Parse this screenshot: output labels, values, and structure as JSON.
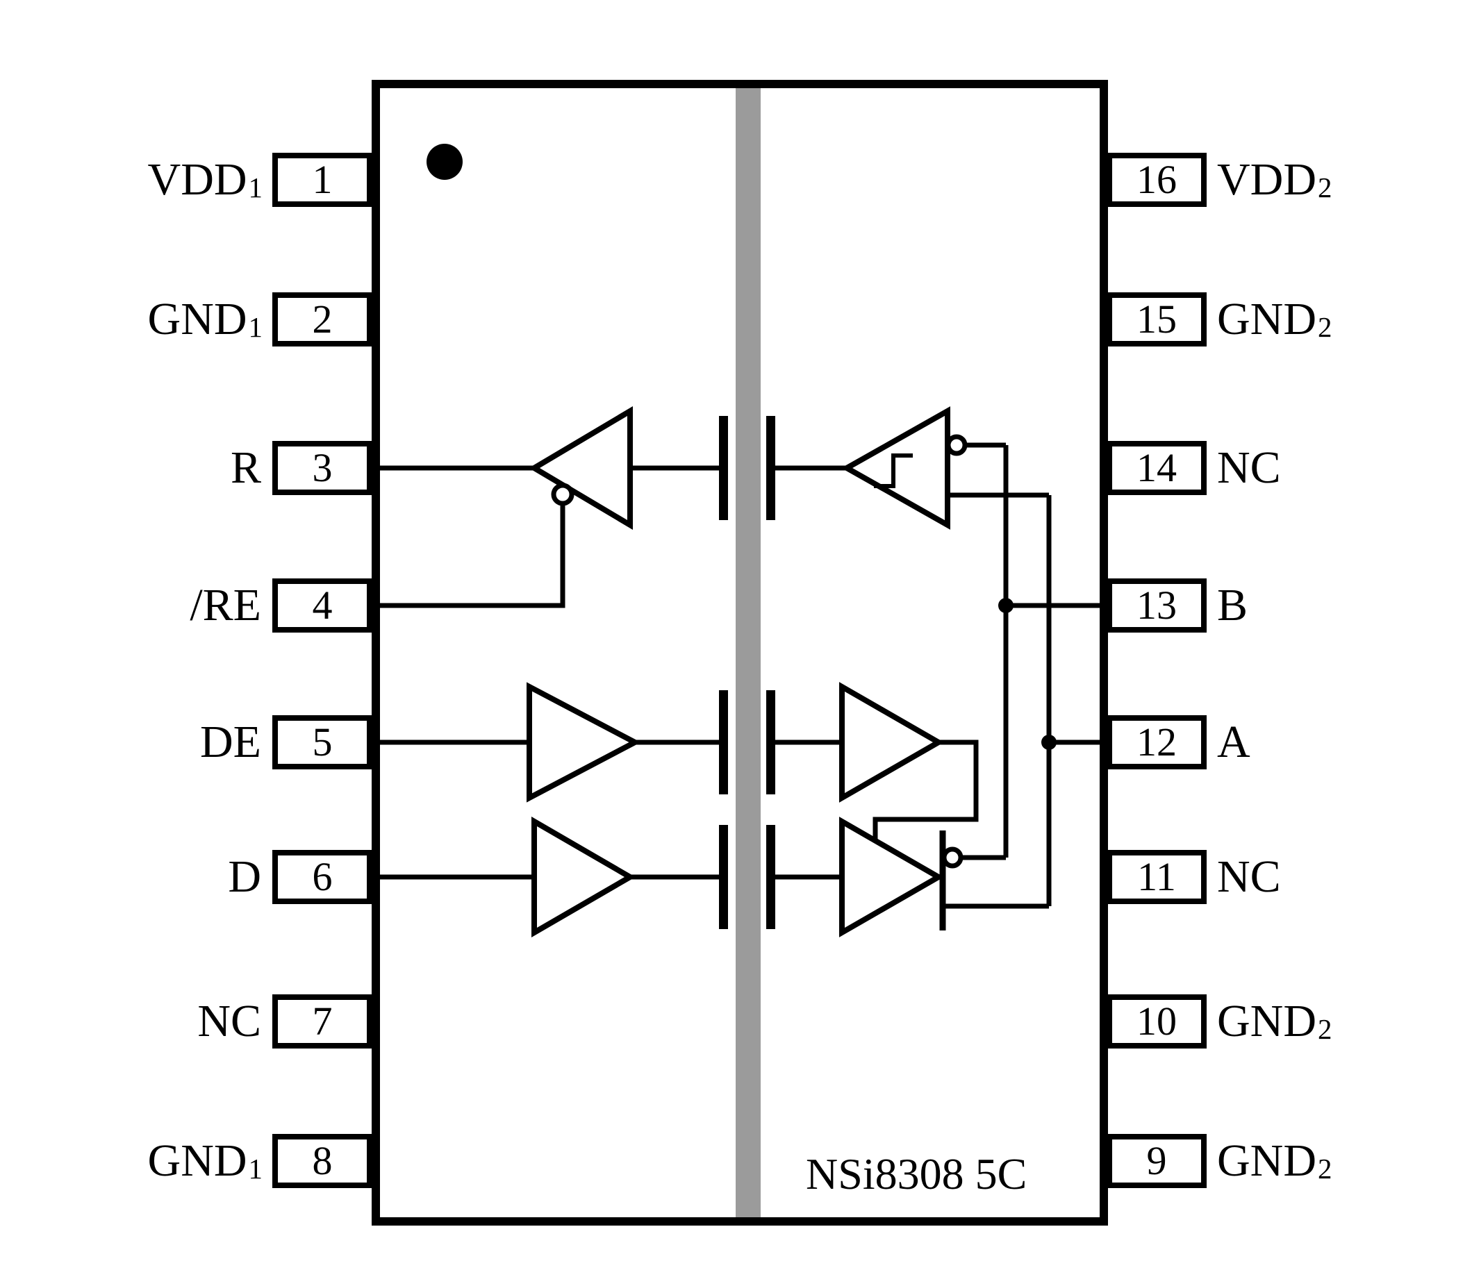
{
  "chip": {
    "label": "NSi8308 5C"
  },
  "colors": {
    "line": "#000000",
    "isolation_barrier": "#9b9b9b",
    "background": "#ffffff"
  },
  "diagram_type": "ic-pinout-functional-diagram",
  "pins": {
    "left": [
      {
        "number": "1",
        "label": "VDD",
        "sub": "1"
      },
      {
        "number": "2",
        "label": "GND",
        "sub": "1"
      },
      {
        "number": "3",
        "label": "R",
        "sub": ""
      },
      {
        "number": "4",
        "label": "/RE",
        "sub": ""
      },
      {
        "number": "5",
        "label": "DE",
        "sub": ""
      },
      {
        "number": "6",
        "label": "D",
        "sub": ""
      },
      {
        "number": "7",
        "label": "NC",
        "sub": ""
      },
      {
        "number": "8",
        "label": "GND",
        "sub": "1"
      }
    ],
    "right": [
      {
        "number": "16",
        "label": "VDD",
        "sub": "2"
      },
      {
        "number": "15",
        "label": "GND",
        "sub": "2"
      },
      {
        "number": "14",
        "label": "NC",
        "sub": ""
      },
      {
        "number": "13",
        "label": "B",
        "sub": ""
      },
      {
        "number": "12",
        "label": "A",
        "sub": ""
      },
      {
        "number": "11",
        "label": "NC",
        "sub": ""
      },
      {
        "number": "10",
        "label": "GND",
        "sub": "2"
      },
      {
        "number": "9",
        "label": "GND",
        "sub": "2"
      }
    ]
  }
}
